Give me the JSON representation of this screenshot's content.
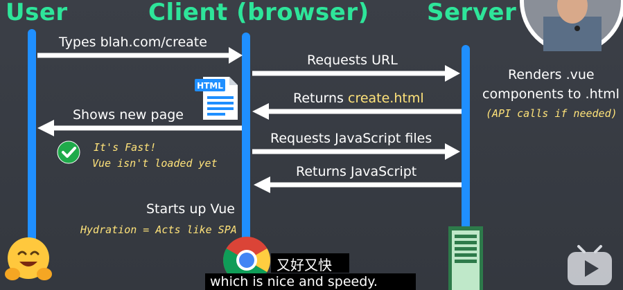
{
  "titles": {
    "user": "User",
    "client": "Client (browser)",
    "server": "Server"
  },
  "messages": {
    "types_url": "Types blah.com/create",
    "requests_url": "Requests URL",
    "returns_prefix": "Returns ",
    "returns_file": "create.html",
    "shows_page": "Shows new page",
    "requests_js": "Requests JavaScript files",
    "returns_js": "Returns JavaScript",
    "starts_vue": "Starts up Vue"
  },
  "server_note": {
    "line1": "Renders .vue",
    "line2": "components to .html",
    "line3": "(API calls if needed)"
  },
  "notes": {
    "fast": "It's Fast!",
    "not_loaded": "Vue isn't loaded yet",
    "hydration": "Hydration = Acts like SPA"
  },
  "html_doc_label": "HTML",
  "subtitle": {
    "chinese": "又好又快",
    "english": "which is nice and speedy."
  },
  "colors": {
    "lifeline": "#1f8fff",
    "title": "#2ee59a",
    "highlight": "#ffe37a",
    "check": "#1faa4a"
  },
  "icons": [
    "html-file-icon",
    "checkmark-icon",
    "hugging-face-icon",
    "chrome-icon",
    "server-icon",
    "bilibili-tv-icon",
    "presenter-avatar"
  ]
}
